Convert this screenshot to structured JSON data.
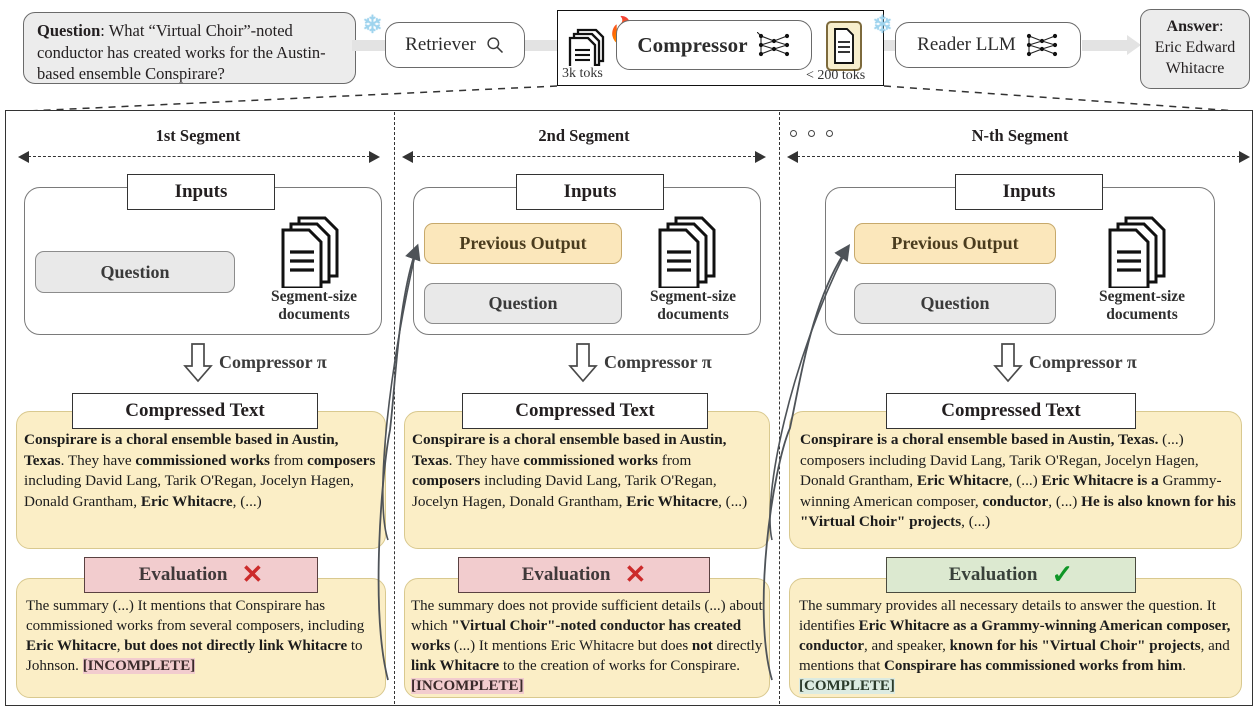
{
  "pipeline": {
    "question_label": "Question",
    "question_text": "What “Virtual Choir”-noted conductor has created works for the Austin-based ensemble Conspirare?",
    "retriever_label": "Retriever",
    "retriever_icon": "magnifier-icon",
    "compressor_label": "Compressor",
    "compressor_icon": "neural-network-icon",
    "reader_label": "Reader LLM",
    "reader_icon": "neural-network-icon",
    "input_tokens": "3k toks",
    "output_tokens": "< 200 toks",
    "frozen_icon": "snowflake-icon",
    "trainable_icon": "fire-icon",
    "answer_label": "Answer",
    "answer_text": "Eric Edward Whitacre"
  },
  "segments": [
    {
      "title": "1st Segment",
      "inputs_tab": "Inputs",
      "has_previous_output": false,
      "previous_output_label": "Previous Output",
      "question_chip": "Question",
      "documents_label": "Segment-size documents",
      "compressor_step": "Compressor π",
      "compressed_tab": "Compressed Text",
      "compressed_html": "<b>Conspirare is a choral ensemble based in Austin, Texas</b>.  They have <b>commissioned works</b> from <b>composers</b> including David Lang, Tarik O'Regan, Jocelyn Hagen, Donald Grantham, <b>Eric Whitacre</b>, (...)",
      "evaluation_tab": "Evaluation",
      "evaluation_status": "fail",
      "evaluation_mark": "✕",
      "evaluation_html": "The summary (...) It mentions that Conspirare has commissioned works from several composers, including <b>Eric Whitacre</b>, <b>but does not directly link Whitacre</b> to Johnson. <span class=\"hl-incomplete\">[INCOMPLETE]</span>",
      "verdict": "[INCOMPLETE]"
    },
    {
      "title": "2nd Segment",
      "inputs_tab": "Inputs",
      "has_previous_output": true,
      "previous_output_label": "Previous Output",
      "question_chip": "Question",
      "documents_label": "Segment-size documents",
      "compressor_step": "Compressor π",
      "compressed_tab": "Compressed Text",
      "compressed_html": "<b>Conspirare is a choral ensemble based in Austin, Texas</b>. They have <b>commissioned works</b> from <b>composers</b> including  David Lang, Tarik O'Regan, Jocelyn Hagen, Donald Grantham, <b>Eric Whitacre</b>, (...)",
      "evaluation_tab": "Evaluation",
      "evaluation_status": "fail",
      "evaluation_mark": "✕",
      "evaluation_html": "The summary does not provide sufficient details (...) about which <b>\"Virtual Choir\"-noted conductor has created works</b> (...)  It mentions Eric Whitacre but does <b>not</b> directly <b>link Whitacre</b> to the creation of works for Conspirare. <span class=\"hl-incomplete\">[INCOMPLETE]</span>",
      "verdict": "[INCOMPLETE]"
    },
    {
      "title": "N-th Segment",
      "inputs_tab": "Inputs",
      "has_previous_output": true,
      "previous_output_label": "Previous Output",
      "question_chip": "Question",
      "documents_label": "Segment-size documents",
      "compressor_step": "Compressor π",
      "compressed_tab": "Compressed Text",
      "compressed_html": "<b>Conspirare is a choral ensemble based in Austin, Texas.</b> (...) composers including David Lang, Tarik O'Regan, Jocelyn Hagen, Donald Grantham, <b>Eric Whitacre</b>, (...) <b>Eric Whitacre is a</b> Grammy-winning American composer, <b>conductor</b>, (...) <b>He is also known for his \"Virtual Choir\" projects</b>, (...)",
      "evaluation_tab": "Evaluation",
      "evaluation_status": "pass",
      "evaluation_mark": "✓",
      "evaluation_html": "The summary provides all necessary details to answer the question. It identifies <b>Eric Whitacre as a Grammy-winning American composer, conductor</b>, and speaker, <b>known for his \"Virtual Choir\" projects</b>, and mentions that <b>Conspirare has commissioned works from him</b>. <span class=\"hl-complete\">[COMPLETE]</span>",
      "verdict": "[COMPLETE]"
    }
  ],
  "ellipsis_dots": "3",
  "colors": {
    "yellow_card": "#fbeec6",
    "fail_header": "#f2ccce",
    "pass_header": "#dce9d0",
    "grey_chip": "#e9e9e9",
    "prev_output_chip": "#fbe7bb",
    "x_mark": "#cc2b2b",
    "check_mark": "#0f9626",
    "snowflake": "#9fd4ee"
  }
}
